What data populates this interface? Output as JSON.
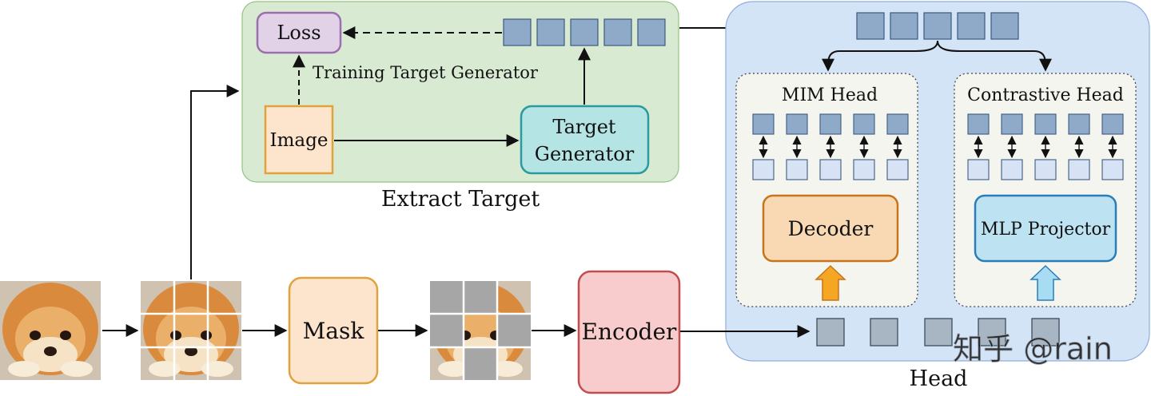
{
  "extract_target": {
    "title": "Extract Target",
    "loss": "Loss",
    "generator_caption": "Training Target Generator",
    "image": "Image",
    "target_generator_line1": "Target",
    "target_generator_line2": "Generator"
  },
  "pipeline": {
    "mask": "Mask",
    "encoder": "Encoder"
  },
  "head": {
    "title": "Head",
    "mim_head": "MIM Head",
    "decoder": "Decoder",
    "contrastive_head": "Contrastive Head",
    "mlp_projector": "MLP Projector"
  },
  "watermark": "知乎 @rain",
  "colors": {
    "green_panel": "#d9ead3",
    "blue_panel": "#d4e4f7",
    "token_dark": "#8fa9c8",
    "token_light": "#d7e3f5",
    "loss_fill": "#e2d2e8",
    "image_fill": "#fde4cc",
    "target_gen_fill": "#b4e4e4",
    "mask_fill": "#fde4cc",
    "encoder_fill": "#f8cccc",
    "decoder_fill": "#f9d9b4",
    "mlp_fill": "#bde2f2",
    "orange_arrow": "#f5a623",
    "blue_arrow": "#a8dcf2"
  }
}
